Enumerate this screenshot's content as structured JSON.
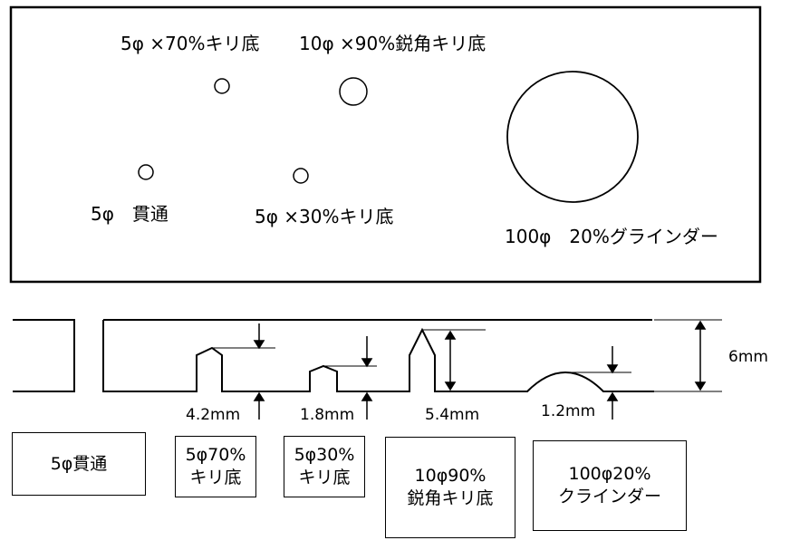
{
  "top_view": {
    "hole_5_70": "5φ ×70%キリ底",
    "hole_10_90": "10φ ×90%鋭角キリ底",
    "hole_5_through": "5φ　貫通",
    "hole_5_30": "5φ ×30%キリ底",
    "hole_100_20": "100φ　20%グラインダー"
  },
  "section": {
    "thickness": "6mm",
    "depth_5_70": "4.2mm",
    "depth_5_30": "1.8mm",
    "depth_10_90": "5.4mm",
    "depth_100_20": "1.2mm"
  },
  "legend": {
    "through": "5φ貫通",
    "drill70_line1": "5φ70%",
    "drill70_line2": "キリ底",
    "drill30_line1": "5φ30%",
    "drill30_line2": "キリ底",
    "acute90_line1": "10φ90%",
    "acute90_line2": "鋭角キリ底",
    "grinder_line1": "100φ20%",
    "grinder_line2": "クラインダー"
  }
}
